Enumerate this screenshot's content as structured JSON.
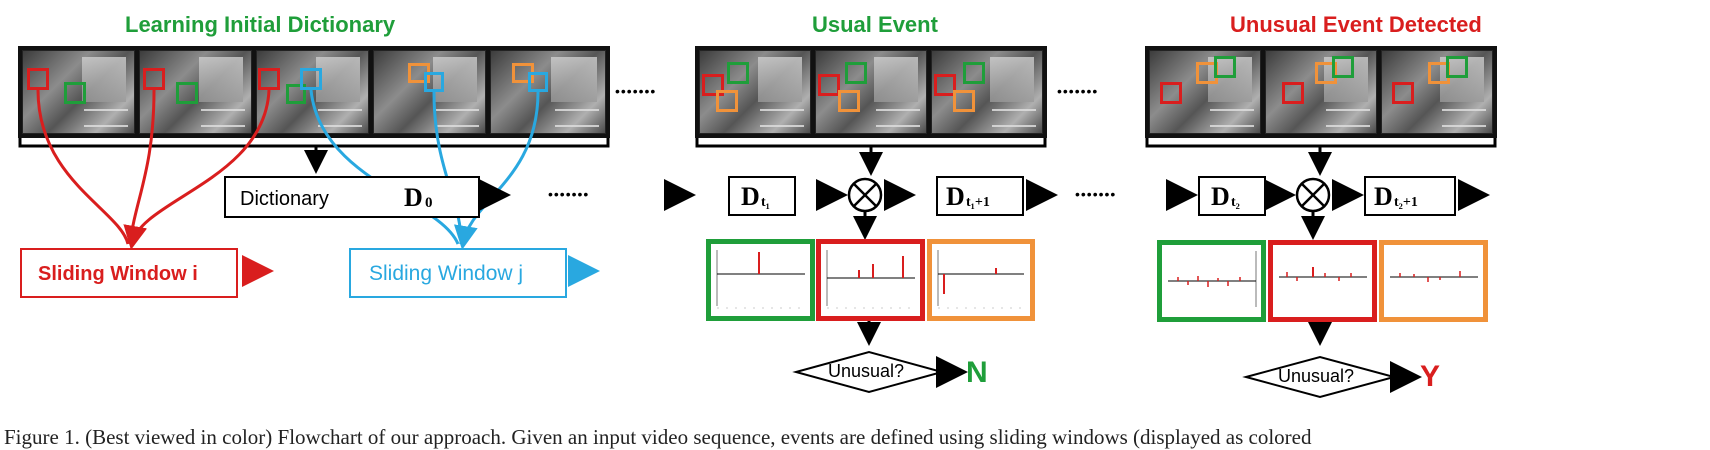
{
  "headings": {
    "learning": "Learning Initial Dictionary",
    "usual": "Usual Event",
    "unusual": "Unusual Event Detected"
  },
  "dictionary_label": "Dictionary",
  "dict_symbols": {
    "d0_main": "D",
    "d0_sub": "0",
    "dt1_main": "D",
    "dt1_sub": "t₁",
    "dt1p_main": "D",
    "dt1p_sub": "t₁+1",
    "dt2_main": "D",
    "dt2_sub": "t₂",
    "dt2p_main": "D",
    "dt2p_sub": "t₂+1"
  },
  "sliding_windows": {
    "i": "Sliding Window i",
    "j": "Sliding Window j"
  },
  "ellipsis": "•••••••",
  "decision": {
    "question": "Unusual?",
    "answer_usual": "N",
    "answer_unusual": "Y"
  },
  "caption": "Figure 1. (Best viewed in color) Flowchart of our approach. Given an input video sequence, events are defined using sliding windows (displayed as colored",
  "colors": {
    "green": "#1f9e3a",
    "red": "#d91e1e",
    "blue": "#29a8e0",
    "orange": "#f0923a",
    "black": "#000000"
  }
}
